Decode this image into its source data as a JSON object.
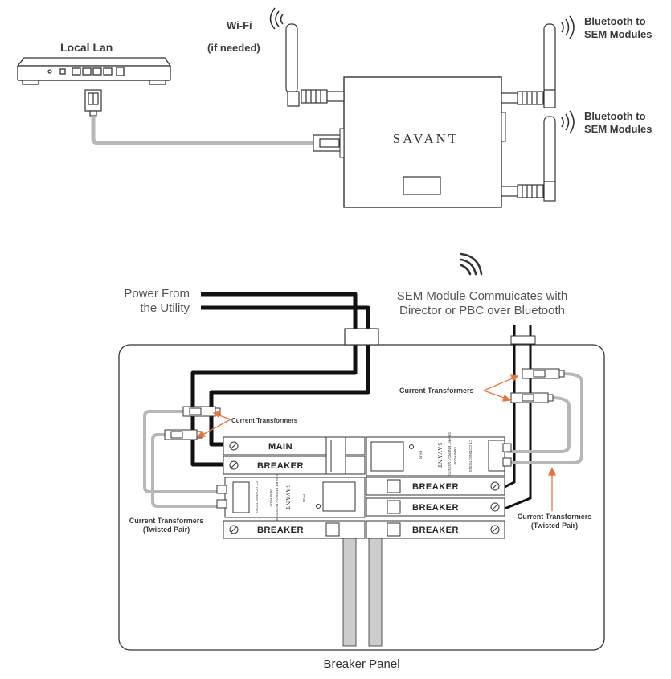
{
  "labels": {
    "local_lan": "Local Lan",
    "wifi": "Wi-Fi",
    "wifi_note": "(if needed)",
    "bt1_line1": "Bluetooth to",
    "bt1_line2": "SEM Modules",
    "bt2_line1": "Bluetooth to",
    "bt2_line2": "SEM Modules",
    "director_brand": "SAVANT",
    "power_line1": "Power From",
    "power_line2": "the Utility",
    "sem_line1": "SEM Module Commuicates with",
    "sem_line2": "Director or PBC over Bluetooth",
    "ct_right_top": "Current Transformers",
    "ct_left_top": "Current Transformers",
    "ct_left_tp_line1": "Current Transformers",
    "ct_left_tp_line2": "(Twisted Pair)",
    "ct_right_tp_line1": "Current Transformers",
    "ct_right_tp_line2": "(Twisted Pair)",
    "panel_caption": "Breaker Panel"
  },
  "breakers": {
    "main_top": "MAIN",
    "main_bottom": "BREAKER",
    "left_lower": "BREAKER",
    "right_1": "BREAKER",
    "right_2": "BREAKER",
    "right_3": "BREAKER"
  },
  "modules": {
    "brand": "SAVANT",
    "pair": "PAIR",
    "title": "SMART ENERGY MONITOR",
    "model": "SMM-H200",
    "ct": "CT CONNECTIONS"
  },
  "colors": {
    "line": "#333333",
    "cable_black": "#111111",
    "cable_grey": "#b7b7b7",
    "arrow_orange": "#e8743b"
  }
}
